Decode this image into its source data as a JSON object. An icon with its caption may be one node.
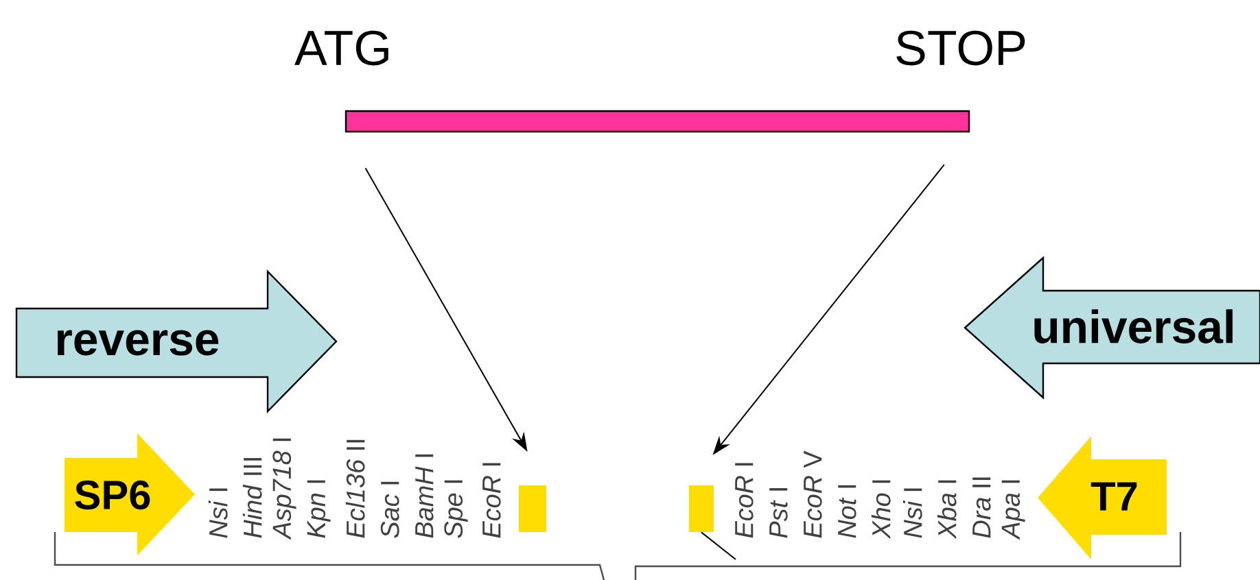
{
  "diagram": {
    "nodes": [
      {
        "text": [],
        "shape": "bar"
      },
      {
        "text": [
          "reverse"
        ]
      },
      {
        "text": [
          "universal"
        ]
      },
      {
        "text": [
          "SP6"
        ]
      },
      {
        "text": [],
        "shape": "box"
      },
      {
        "text": [],
        "shape": "box"
      },
      {
        "text": [
          "T7"
        ]
      }
    ],
    "edges": [
      {
        "from": 0,
        "to": 4,
        "arrow": "to"
      },
      {
        "from": 0,
        "to": 5,
        "arrow": "to"
      },
      {
        "from": 5,
        "to": null,
        "arrow": "none"
      }
    ],
    "labels": [
      "ATG",
      "STOP",
      "*Nsi* I",
      "*Hind* III",
      "*Asp718* I",
      "*Kpn* I",
      "*Ecl136* II",
      "*Sac* I",
      "*BamH* I",
      "*Spe* I",
      "*EcoR* I",
      "*EcoR* I",
      "*Pst* I",
      "*EcoR* V",
      "*Not* I",
      "*Xho* I",
      "*Nsi* I",
      "*Xba* I",
      "*Dra* II",
      "*Apa* I"
    ]
  }
}
